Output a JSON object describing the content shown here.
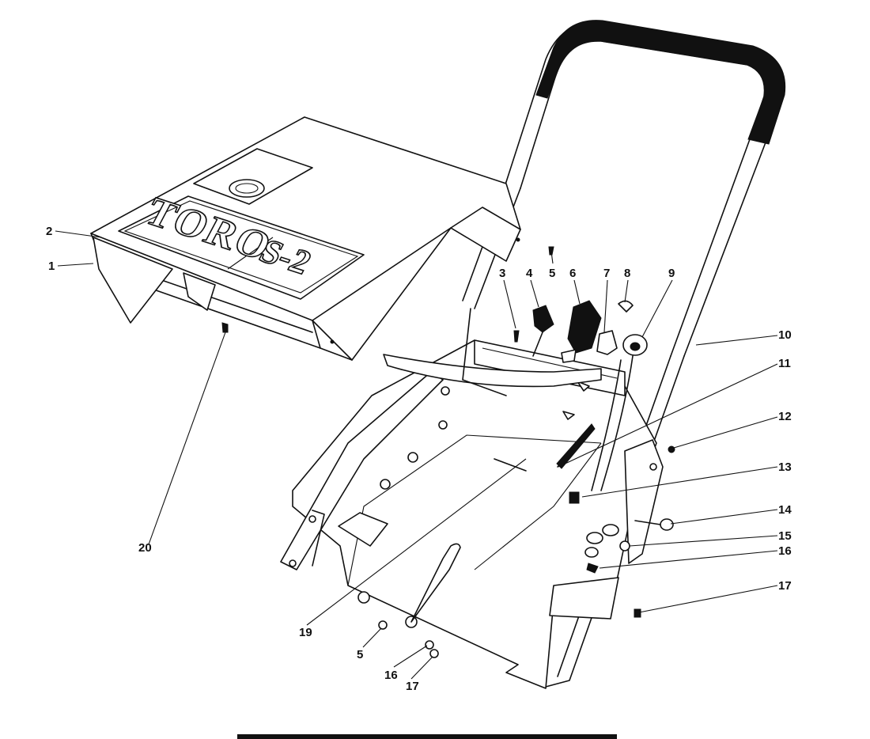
{
  "diagram": {
    "logo_text": "TORO",
    "logo_model": "S-2",
    "callouts": [
      {
        "id": "c1",
        "label": "1"
      },
      {
        "id": "c2",
        "label": "2"
      },
      {
        "id": "c3",
        "label": "3"
      },
      {
        "id": "c4",
        "label": "4"
      },
      {
        "id": "c5a",
        "label": "5"
      },
      {
        "id": "c6",
        "label": "6"
      },
      {
        "id": "c7",
        "label": "7"
      },
      {
        "id": "c8",
        "label": "8"
      },
      {
        "id": "c9",
        "label": "9"
      },
      {
        "id": "c10",
        "label": "10"
      },
      {
        "id": "c11",
        "label": "11"
      },
      {
        "id": "c12",
        "label": "12"
      },
      {
        "id": "c13",
        "label": "13"
      },
      {
        "id": "c14",
        "label": "14"
      },
      {
        "id": "c15",
        "label": "15"
      },
      {
        "id": "c16",
        "label": "16"
      },
      {
        "id": "c17a",
        "label": "17"
      },
      {
        "id": "c19",
        "label": "19"
      },
      {
        "id": "c20",
        "label": "20"
      },
      {
        "id": "c5b",
        "label": "5"
      },
      {
        "id": "c16b",
        "label": "16"
      },
      {
        "id": "c17b",
        "label": "17"
      }
    ]
  }
}
